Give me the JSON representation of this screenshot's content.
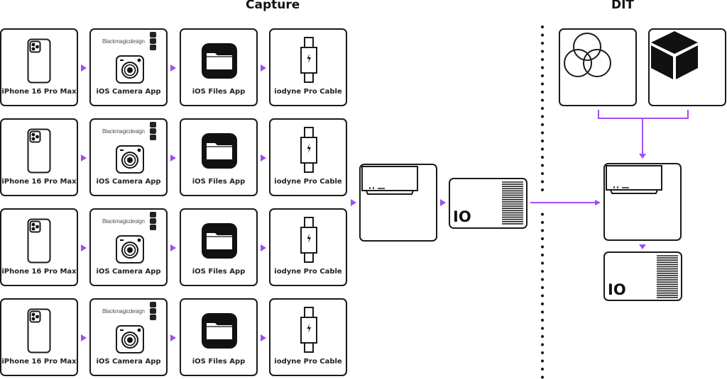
{
  "sections": {
    "capture": "Capture",
    "dit": "DIT"
  },
  "capture_rows": [
    {
      "cards": [
        "iPhone 16 Pro Max",
        "iOS Camera App",
        "iOS Files App",
        "iodyne Pro Cable"
      ]
    },
    {
      "cards": [
        "iPhone 16 Pro Max",
        "iOS Camera App",
        "iOS Files App",
        "iodyne Pro Cable"
      ]
    },
    {
      "cards": [
        "iPhone 16 Pro Max",
        "iOS Camera App",
        "iOS Files App",
        "iodyne Pro Cable"
      ]
    },
    {
      "cards": [
        "iPhone 16 Pro Max",
        "iOS Camera App",
        "iOS Files App",
        "iodyne Pro Cable"
      ]
    }
  ],
  "camera_brand": "Blackmagicdesign",
  "storage_label": "IO",
  "icons": {
    "phone": "iphone-icon",
    "camera": "camera-app-icon",
    "files": "folder-icon",
    "cable": "usb-c-cable-icon",
    "computer": "mac-studio-icon",
    "storage": "iodyne-storage-icon",
    "color": "color-circles-icon",
    "lut": "cube-icon"
  },
  "colors": {
    "accent": "#a24cf5",
    "stroke": "#1a1a1a"
  }
}
